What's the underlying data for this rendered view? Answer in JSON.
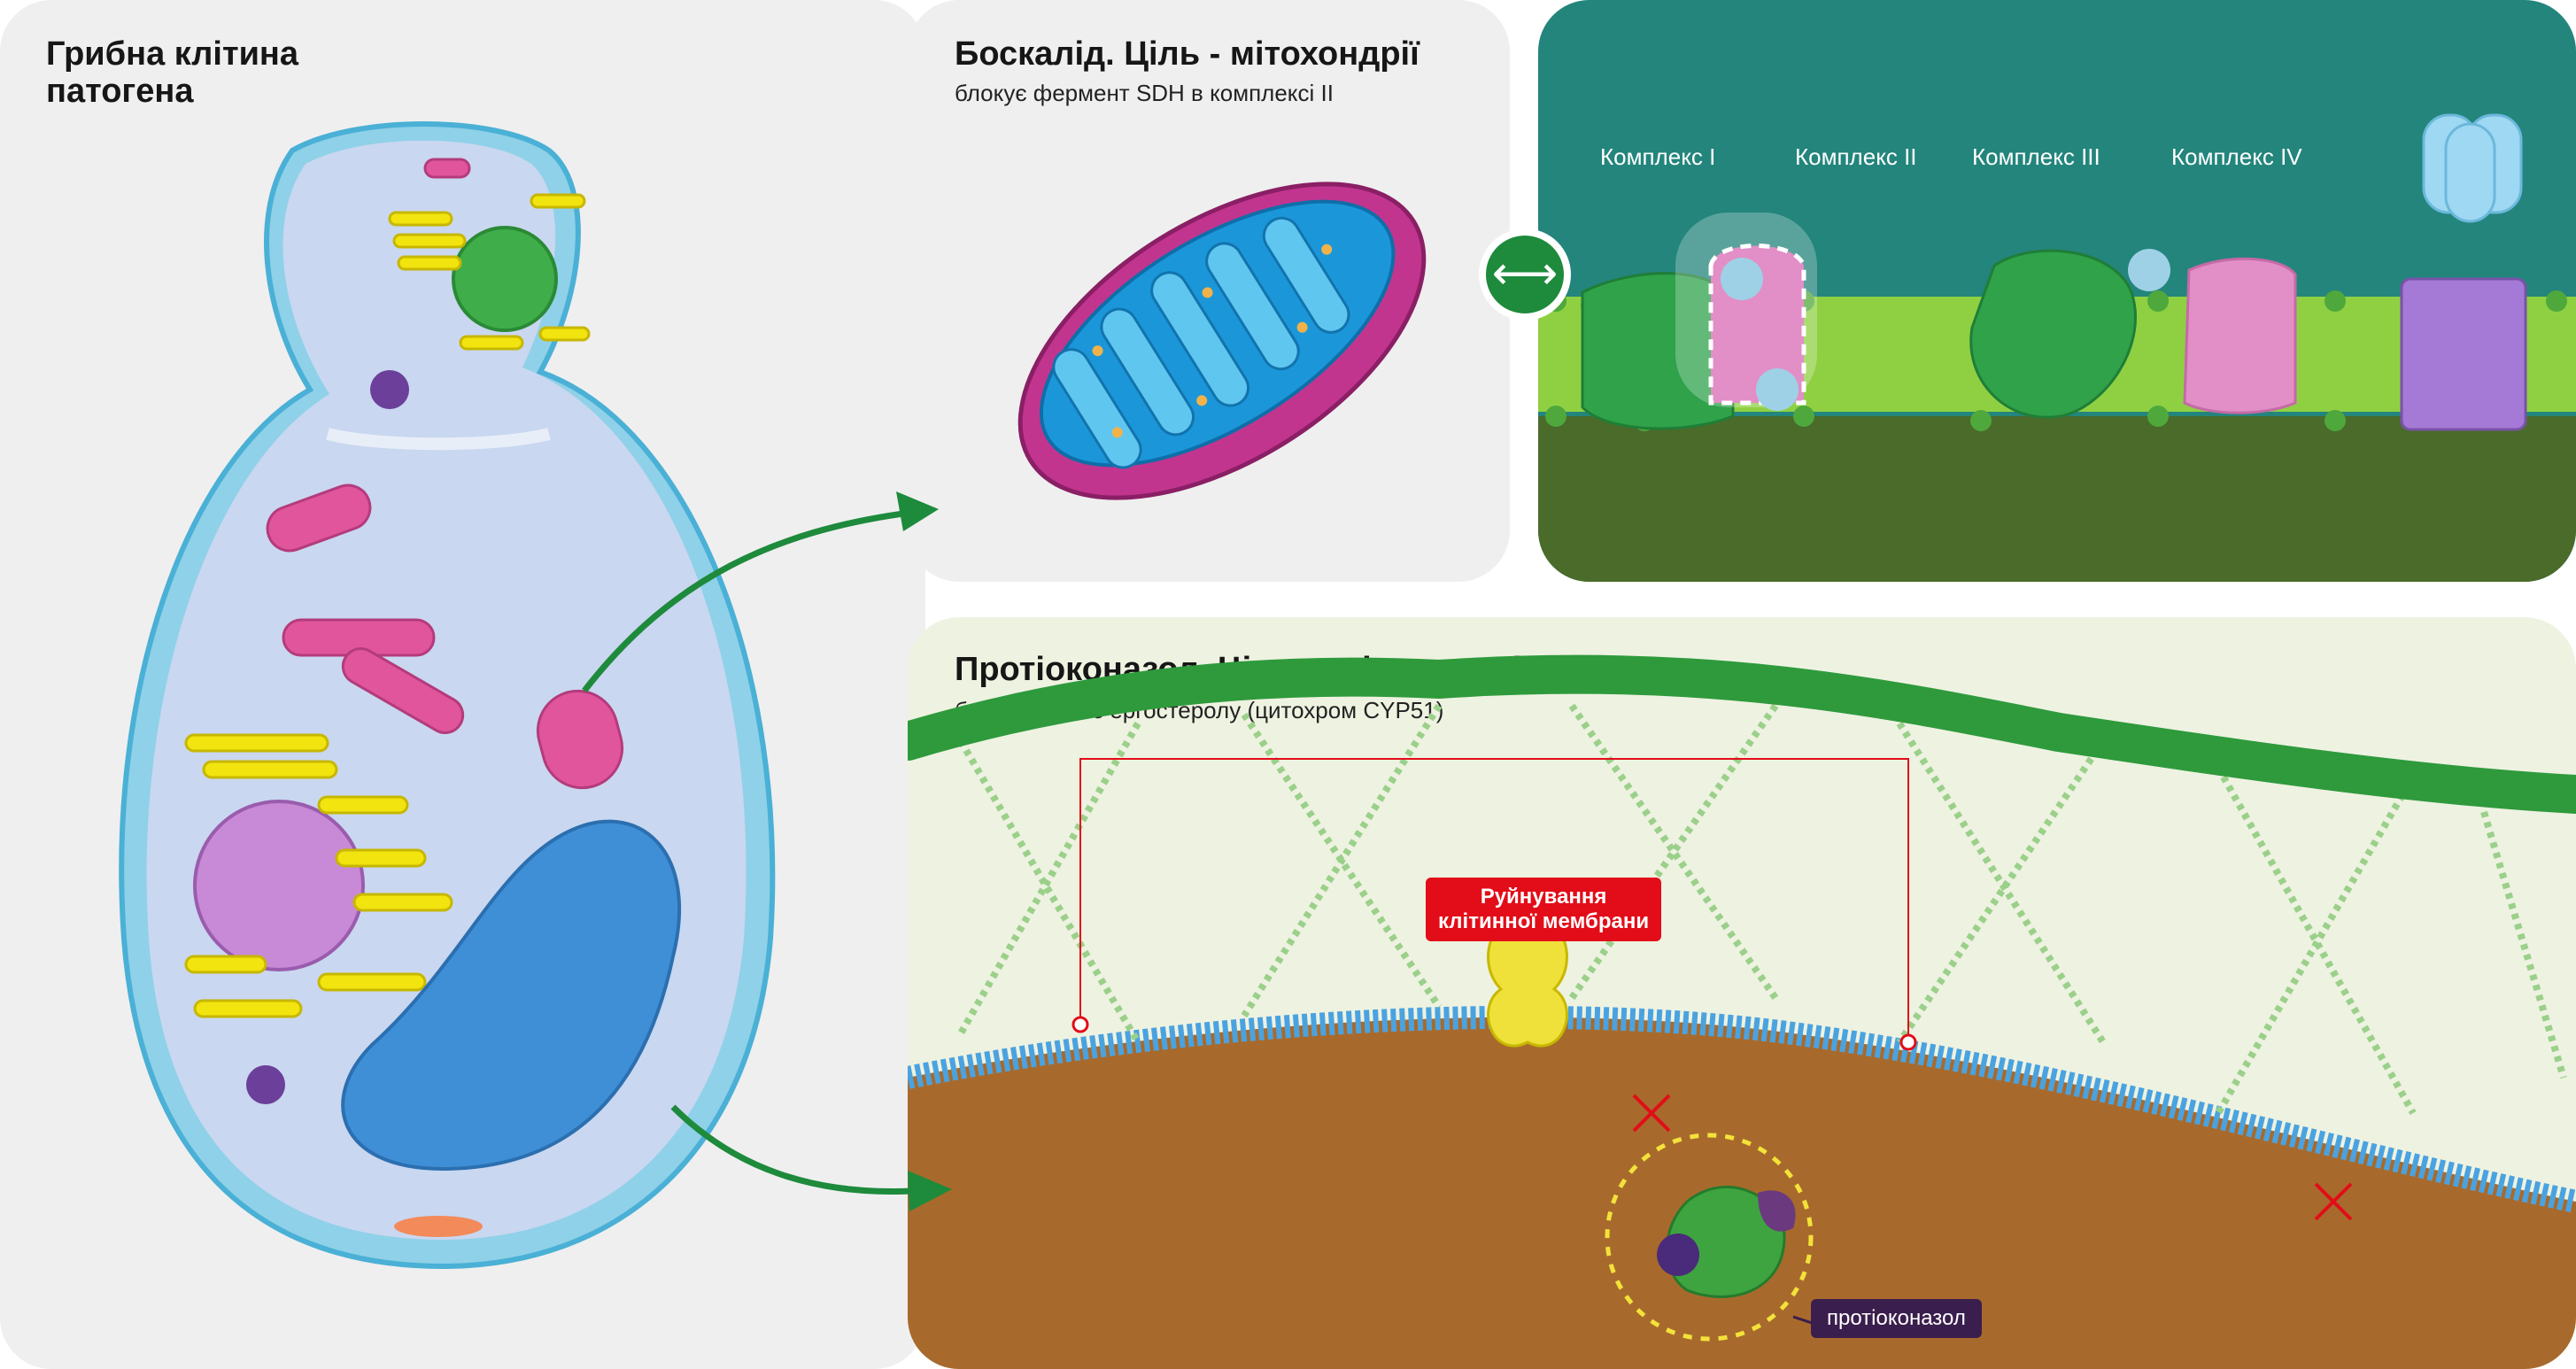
{
  "cell_panel": {
    "title_line1": "Грибна клітина",
    "title_line2": "патогена"
  },
  "mito_panel": {
    "title": "Боскалід. Ціль - мітохондрії",
    "subtitle": "блокує фермент SDH в комплексі II"
  },
  "chain_panel": {
    "complexes": [
      "Комплекс I",
      "Комплекс II",
      "Комплекс III",
      "Комплекс IV"
    ]
  },
  "wall_panel": {
    "title": "Протіоконазол. Ціль - клітинна стінка",
    "subtitle": "блокує синтез ергостеролу (цитохром CYP51)",
    "damage_label_line1": "Руйнування",
    "damage_label_line2": "клітинної мембрани",
    "drug_label": "протіоконазол"
  },
  "colors": {
    "arrow": "#1e8a3c",
    "badge": "#e20d18",
    "chain_bg": "#23857c",
    "soil": "#a86a2c",
    "vacuole": "#3f8fd6"
  }
}
